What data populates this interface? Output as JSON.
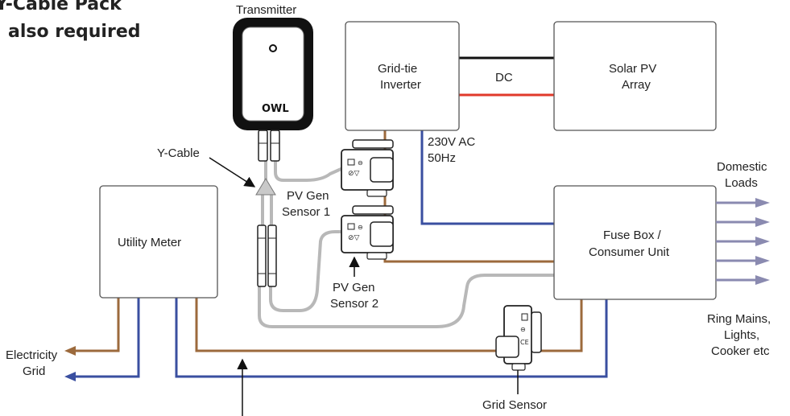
{
  "header_note": {
    "line1": "Y-Cable Pack",
    "line2": "also required"
  },
  "components": {
    "transmitter": {
      "label": "Transmitter",
      "logo": "OWL"
    },
    "inverter": {
      "line1": "Grid-tie",
      "line2": "Inverter"
    },
    "solar": {
      "line1": "Solar PV",
      "line2": "Array"
    },
    "dc": "DC",
    "ac": {
      "line1": "230V AC",
      "line2": "50Hz"
    },
    "meter": "Utility Meter",
    "fusebox": {
      "line1": "Fuse Box /",
      "line2": "Consumer Unit"
    },
    "ycable": "Y-Cable",
    "sensor1": {
      "line1": "PV Gen",
      "line2": "Sensor 1"
    },
    "sensor2": {
      "line1": "PV Gen",
      "line2": "Sensor 2"
    },
    "grid_sensor": "Grid Sensor",
    "electricity_grid": {
      "line1": "Electricity",
      "line2": "Grid"
    },
    "domestic_loads": {
      "line1": "Domestic",
      "line2": "Loads"
    },
    "ring_mains": {
      "line1": "Ring Mains,",
      "line2": "Lights,",
      "line3": "Cooker etc"
    }
  },
  "colors": {
    "live": "#9c6a3c",
    "neutral": "#3a4fa0",
    "dc_positive": "#e03a2a",
    "dc_negative": "#111111",
    "sensor_cable": "#b8b8b8",
    "load_arrow": "#8a8ab0"
  }
}
